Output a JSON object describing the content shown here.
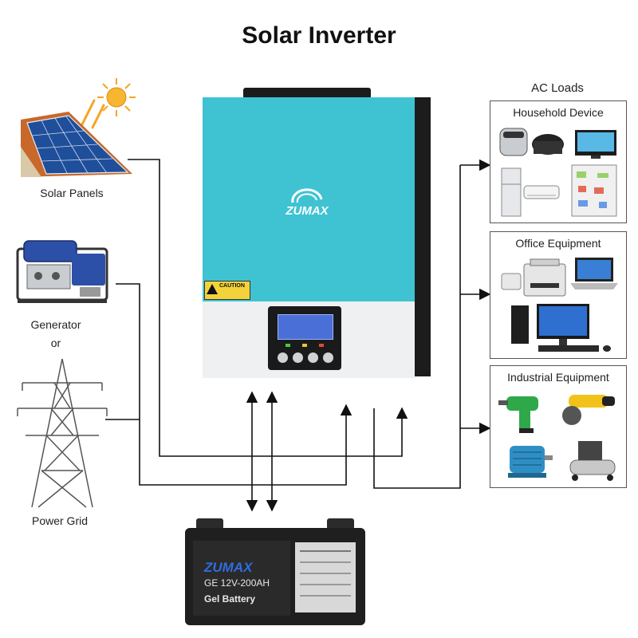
{
  "title": "Solar Inverter",
  "sources": {
    "solar_label": "Solar Panels",
    "generator_label": "Generator",
    "or_label": "or",
    "grid_label": "Power Grid"
  },
  "inverter": {
    "brand": "ZUMAX",
    "caution": "CAUTION"
  },
  "battery": {
    "brand": "ZUMAX",
    "model": "GE 12V-200AH",
    "type": "Gel Battery"
  },
  "loads": {
    "heading": "AC Loads",
    "household": "Household Device",
    "office": "Office Equipment",
    "industrial": "Industrial Equipment"
  },
  "colors": {
    "inverter_teal": "#3fc3d3",
    "inverter_grey": "#eef0f2",
    "wire": "#111111",
    "sun": "#f5a623"
  }
}
